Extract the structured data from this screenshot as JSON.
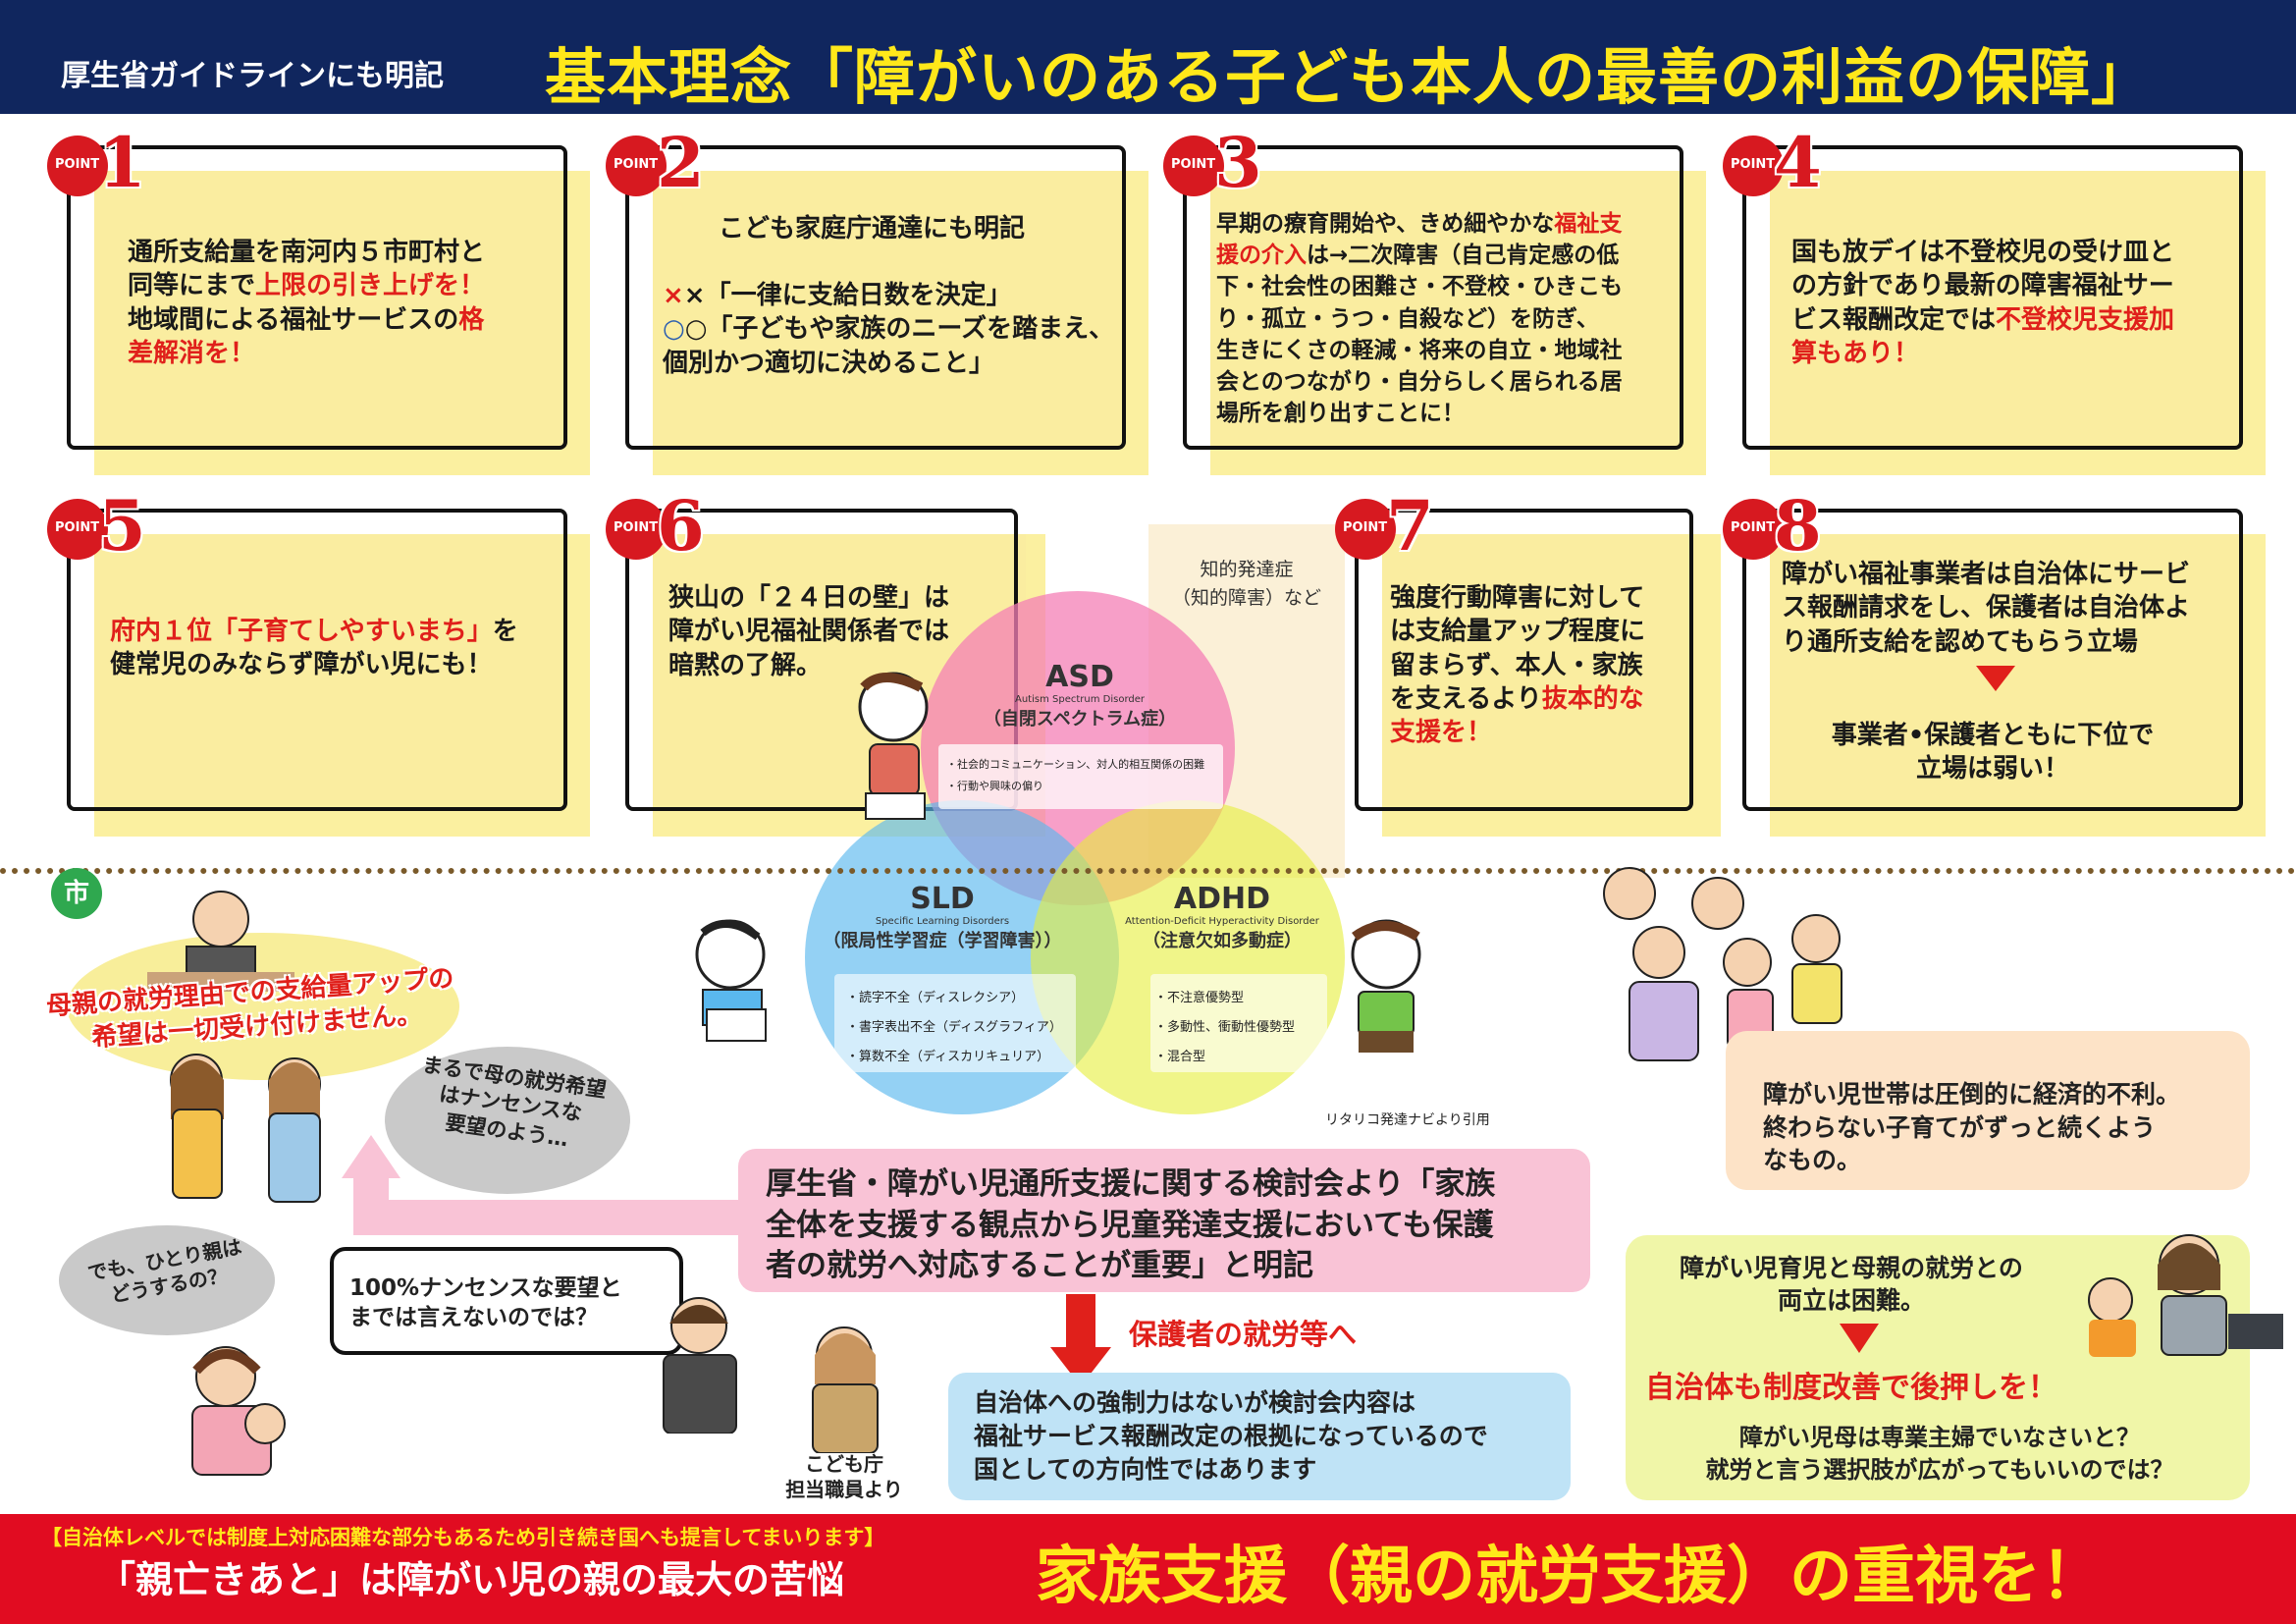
{
  "header": {
    "subtitle": "厚生省ガイドラインにも明記",
    "title": "基本理念「障がいのある子ども本人の最善の利益の保障」"
  },
  "points": [
    {
      "label": "POINT",
      "num": "1",
      "lines": [
        "通所支給量を南河内５市町村と",
        "同等にまで",
        "上限の引き上げを！",
        "地域間による福祉サービスの",
        "格",
        "差解消を！"
      ]
    },
    {
      "label": "POINT",
      "num": "2",
      "heading": "こども家庭庁通達にも明記",
      "lines": [
        "×「一律に支給日数を決定」",
        "○「子どもや家族のニーズを踏まえ、",
        "個別かつ適切に決めること」"
      ]
    },
    {
      "label": "POINT",
      "num": "3",
      "lines": [
        "早期の療育開始や、きめ細やかな",
        "福祉支",
        "援の介入",
        "は→二次障害（自己肯定感の低",
        "下・社会性の困難さ・不登校・ひきこも",
        "り・孤立・うつ・自殺など）を防ぎ、",
        "生きにくさの軽減・将来の自立・地域社",
        "会とのつながり・自分らしく居られる居",
        "場所を創り出すことに！"
      ]
    },
    {
      "label": "POINT",
      "num": "4",
      "lines": [
        "国も放デイは不登校児の受け皿と",
        "の方針であり最新の障害福祉サー",
        "ビス報酬改定では",
        "不登校児支援加",
        "算もあり！"
      ]
    },
    {
      "label": "POINT",
      "num": "5",
      "lines": [
        "府内１位「子育てしやすいまち」",
        "を",
        "健常児のみならず障がい児にも！"
      ]
    },
    {
      "label": "POINT",
      "num": "6",
      "lines": [
        "狭山の「２４日の壁」は",
        "障がい児福祉関係者では",
        "暗黙の了解。"
      ]
    },
    {
      "label": "POINT",
      "num": "7",
      "lines": [
        "強度行動障害に対して",
        "は支給量アップ程度に",
        "留まらず、本人・家族",
        "を支えるより",
        "抜本的な",
        "支援を！"
      ]
    },
    {
      "label": "POINT",
      "num": "8",
      "lines": [
        "障がい福祉事業者は自治体にサービ",
        "ス報酬請求をし、保護者は自治体よ",
        "り通所支給を認めてもらう立場",
        "事業者•保護者ともに下位で",
        "立場は弱い！"
      ]
    }
  ],
  "venn": {
    "note": [
      "知的発達症",
      "（知的障害）など"
    ],
    "asd": {
      "title": "ASD",
      "en": "Autism Spectrum Disorder",
      "jp": "（自閉スペクトラム症）",
      "items": [
        "・社会的コミュニケーション、対人的相互関係の困難",
        "・行動や興味の偏り"
      ]
    },
    "sld": {
      "title": "SLD",
      "en": "Specific Learning Disorders",
      "jp": "（限局性学習症（学習障害））",
      "items": [
        "・読字不全（ディスレクシア）",
        "・書字表出不全（ディスグラフィア）",
        "・算数不全（ディスカリキュリア）"
      ]
    },
    "adhd": {
      "title": "ADHD",
      "en": "Attention-Deficit Hyperactivity Disorder",
      "jp": "（注意欠如多動症）",
      "items": [
        "・不注意優勢型",
        "・多動性、衝動性優勢型",
        "・混合型"
      ]
    },
    "source": "リタリコ発達ナビより引用"
  },
  "city": {
    "badge": "市",
    "statement": [
      "母親の就労理由での支給量アップの",
      "希望は一切受け付けません。"
    ],
    "thought1": [
      "まるで母の就労希望",
      "はナンセンスな",
      "要望のよう…"
    ],
    "thought2": [
      "でも、ひとり親は",
      "どうするの？"
    ]
  },
  "center": {
    "mhlw": [
      "厚生省・障がい児通所支援に関する検討会より「家族",
      "全体を支援する観点から児童発達支援においても保護",
      "者の就労へ対応することが重要」と明記"
    ],
    "speech": [
      "100%ナンセンスな要望と",
      "までは言えないのでは？"
    ],
    "arrow_label": "保護者の就労等へ",
    "agency": [
      "自治体への強制力はないが検討会内容は",
      "福祉サービス報酬改定の根拠になっているので",
      "国としての方向性ではあります"
    ],
    "staff": [
      "こども庁",
      "担当職員より"
    ]
  },
  "right": {
    "box1": [
      "障がい児世帯は圧倒的に経済的不利。",
      "終わらない子育てがずっと続くよう",
      "なもの。"
    ],
    "box2a": [
      "障がい児育児と母親の就労との",
      "両立は困難。"
    ],
    "box2b": "自治体も制度改善で後押しを！",
    "box2c": [
      "障がい児母は専業主婦でいなさいと？",
      "就労と言う選択肢が広がってもいいのでは？"
    ]
  },
  "footer": {
    "small": "【自治体レベルでは制度上対応困難な部分もあるため引き続き国へも提言してまいります】",
    "left": "「親亡きあと」は障がい児の親の最大の苦悩",
    "right": "家族支援（親の就労支援）の重視を！"
  }
}
